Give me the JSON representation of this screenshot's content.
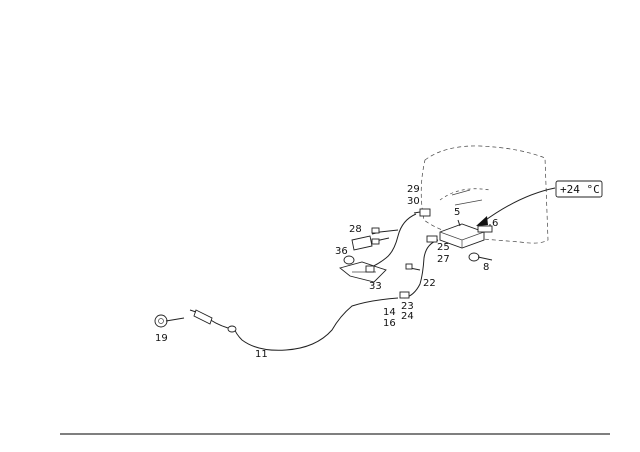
{
  "display": {
    "text": "+24 °C"
  },
  "callouts": {
    "c5": "5",
    "c6": "6",
    "c8": "8",
    "c11": "11",
    "c14": "14",
    "c16": "16",
    "c19": "19",
    "c22": "22",
    "c23": "23",
    "c24": "24",
    "c25": "25",
    "c27": "27",
    "c28": "28",
    "c29": "29",
    "c30": "30",
    "c33": "33",
    "c36": "36"
  }
}
